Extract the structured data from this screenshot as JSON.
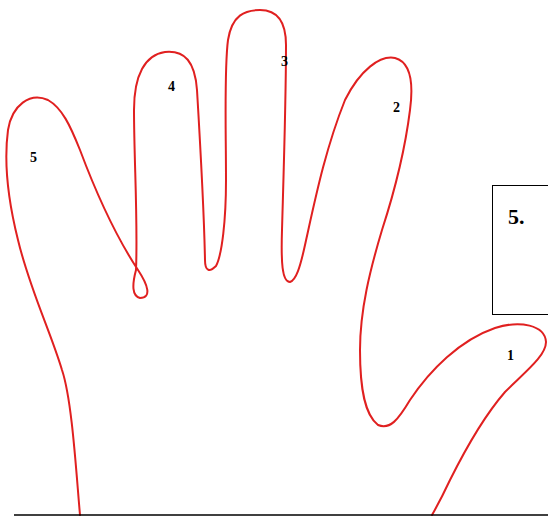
{
  "diagram": {
    "nodes": [
      {
        "text": [
          "5."
        ]
      }
    ],
    "labels": [
      "3",
      "4",
      "2",
      "5",
      "1"
    ]
  }
}
